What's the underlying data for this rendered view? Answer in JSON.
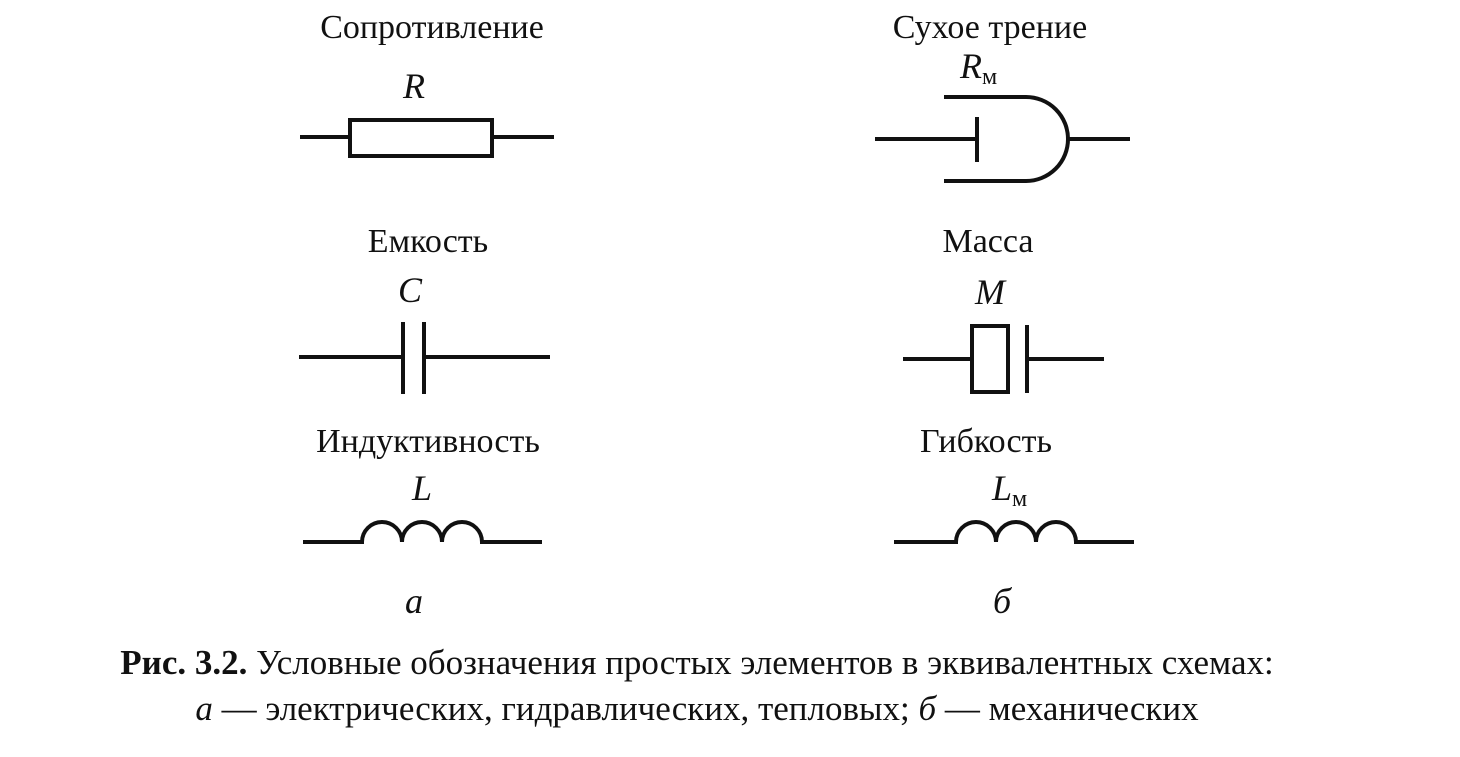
{
  "left": {
    "resistance": {
      "title": "Сопротивление",
      "symbol": "R"
    },
    "capacitance": {
      "title": "Емкость",
      "symbol": "C"
    },
    "inductance": {
      "title": "Индуктивность",
      "symbol": "L"
    },
    "panel_label": "а"
  },
  "right": {
    "friction": {
      "title": "Сухое трение",
      "symbol": "R",
      "subscript": "м"
    },
    "mass": {
      "title": "Масса",
      "symbol": "M"
    },
    "compliance": {
      "title": "Гибкость",
      "symbol": "L",
      "subscript": "м"
    },
    "panel_label": "б"
  },
  "caption": {
    "prefix": "Рис. 3.2.",
    "line1": " Условные обозначения простых элементов в эквивалентных схемах:",
    "a_label": "а",
    "a_text": " — электрических, гидравлических, тепловых; ",
    "b_label": "б",
    "b_text": " — механических"
  }
}
